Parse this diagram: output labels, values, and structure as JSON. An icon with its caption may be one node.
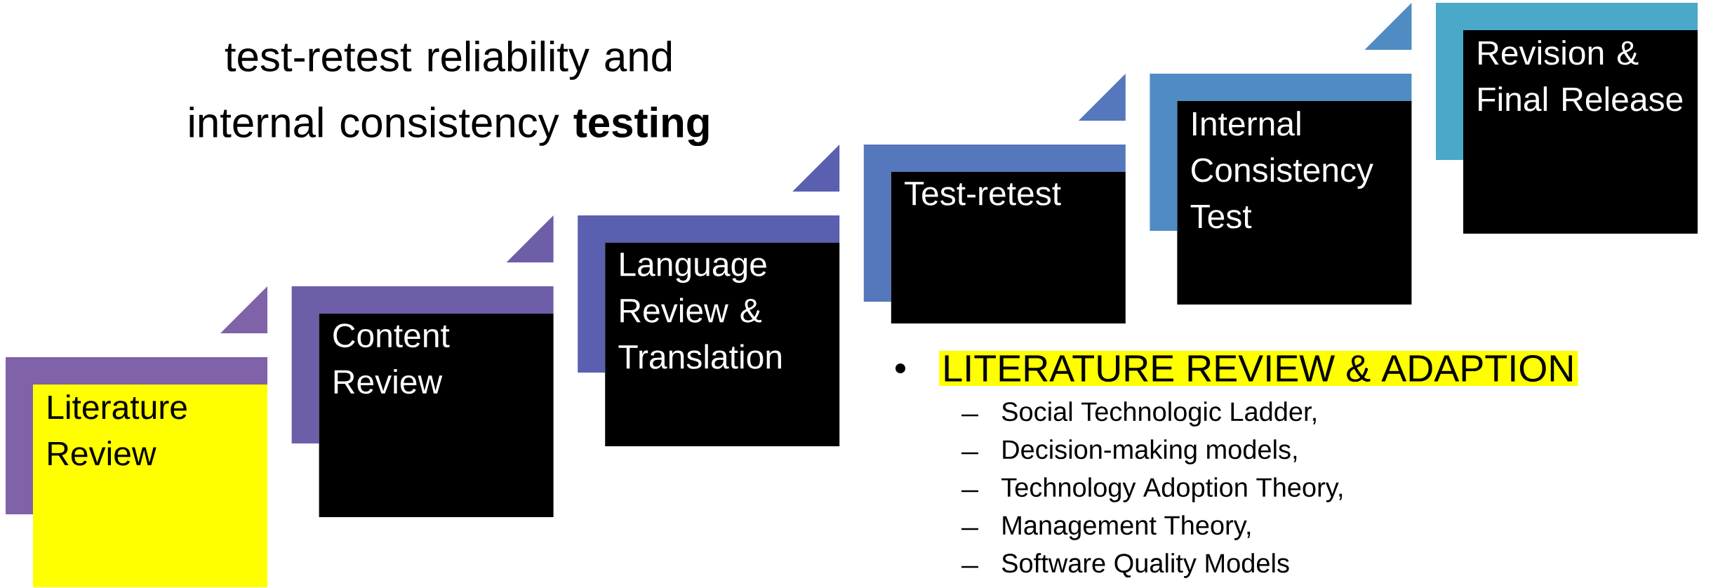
{
  "diagram": {
    "title": "test-retest reliability and internal consistency **testing**",
    "nodes": [
      {
        "text": [
          "Literature Review"
        ]
      },
      {
        "text": [
          "Content Review"
        ]
      },
      {
        "text": [
          "Language Review & Translation"
        ]
      },
      {
        "text": [
          "Test-retest"
        ]
      },
      {
        "text": [
          "Internal Consistency Test"
        ]
      },
      {
        "text": [
          "Revision & Final Release"
        ]
      }
    ],
    "labels": [
      "LITERATURE REVIEW & ADAPTION",
      "Social Technologic Ladder,",
      "Decision-making models,",
      "Technology Adoption Theory,",
      "Management Theory,",
      "Software Quality Models"
    ]
  }
}
